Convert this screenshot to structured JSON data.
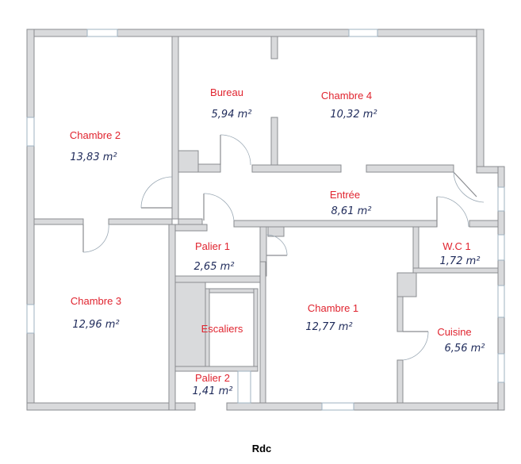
{
  "title": "Rdc",
  "rooms": [
    {
      "name": "Chambre 2",
      "area": "13,83 m²"
    },
    {
      "name": "Bureau",
      "area": "5,94 m²"
    },
    {
      "name": "Chambre 4",
      "area": "10,32 m²"
    },
    {
      "name": "Entrée",
      "area": "8,61 m²"
    },
    {
      "name": "Palier 1",
      "area": "2,65 m²"
    },
    {
      "name": "W.C 1",
      "area": "1,72 m²"
    },
    {
      "name": "Chambre 3",
      "area": "12,96 m²"
    },
    {
      "name": "Escaliers",
      "area": ""
    },
    {
      "name": "Chambre 1",
      "area": "12,77 m²"
    },
    {
      "name": "Cuisine",
      "area": "6,56 m²"
    },
    {
      "name": "Palier 2",
      "area": "1,41 m²"
    }
  ],
  "colors": {
    "wall": "#d9dadc",
    "room_name": "#e0242f",
    "room_area": "#1e2a5a"
  }
}
